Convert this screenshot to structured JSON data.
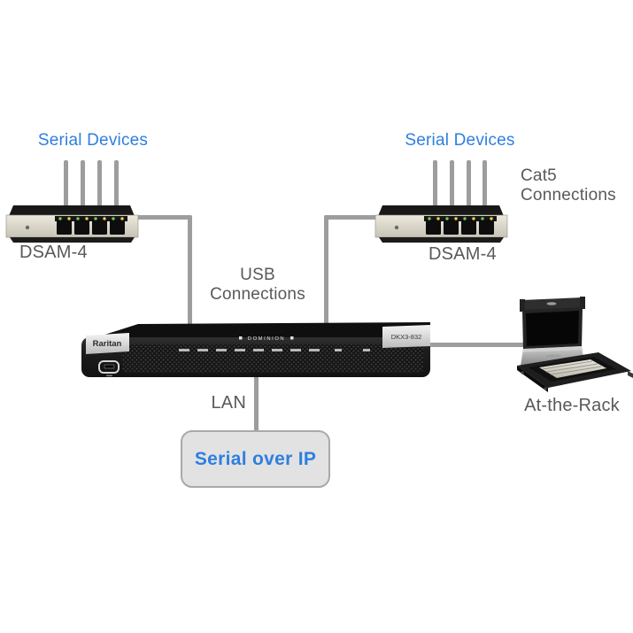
{
  "labels": {
    "serial_devices_left": "Serial Devices",
    "serial_devices_right": "Serial Devices",
    "cat5_line1": "Cat5",
    "cat5_line2": "Connections",
    "usb_line1": "USB",
    "usb_line2": "Connections",
    "lan": "LAN",
    "serial_over_ip": "Serial over IP",
    "at_the_rack": "At-the-Rack",
    "dsam_left": "DSAM-4",
    "dsam_right": "DSAM-4"
  },
  "device": {
    "brand": "Raritan",
    "model": "DKX3-832",
    "logo": "DOMINION"
  },
  "colors": {
    "accent_blue": "#2e7fe0",
    "text_gray": "#58595b",
    "cable_gray": "#9d9d9d",
    "box_fill": "#e2e2e2",
    "box_border": "#a9a9a9",
    "device_black": "#1a1a1a",
    "dsam_body": "#d9d5c7"
  }
}
